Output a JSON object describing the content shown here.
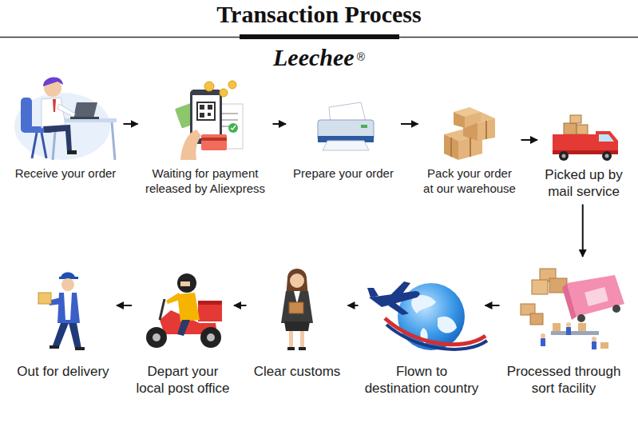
{
  "diagram": {
    "title": "Transaction Process",
    "nodes": [
      {
        "text": [
          "Receive your order"
        ]
      },
      {
        "text": [
          "Waiting for payment released by Aliexpress"
        ]
      },
      {
        "text": [
          "Prepare your order"
        ]
      },
      {
        "text": [
          "Pack your order at our warehouse"
        ]
      },
      {
        "text": [
          "Picked up by mail service"
        ]
      },
      {
        "text": [
          "Processed through sort facility"
        ]
      },
      {
        "text": [
          "Flown to destination country"
        ]
      },
      {
        "text": [
          "Clear customs"
        ]
      },
      {
        "text": [
          "Depart your local post office"
        ]
      },
      {
        "text": [
          "Out for delivery"
        ]
      }
    ],
    "edges": [
      {
        "from": 0,
        "to": 1,
        "arrow": "to"
      },
      {
        "from": 1,
        "to": 2,
        "arrow": "to"
      },
      {
        "from": 2,
        "to": 3,
        "arrow": "to"
      },
      {
        "from": 3,
        "to": 4,
        "arrow": "to"
      },
      {
        "from": 4,
        "to": 5,
        "arrow": "to"
      },
      {
        "from": 5,
        "to": 6,
        "arrow": "to"
      },
      {
        "from": 6,
        "to": 7,
        "arrow": "to"
      },
      {
        "from": 7,
        "to": 8,
        "arrow": "to"
      },
      {
        "from": 8,
        "to": 9,
        "arrow": "to"
      }
    ],
    "labels": [
      "Leechee",
      "®"
    ]
  }
}
